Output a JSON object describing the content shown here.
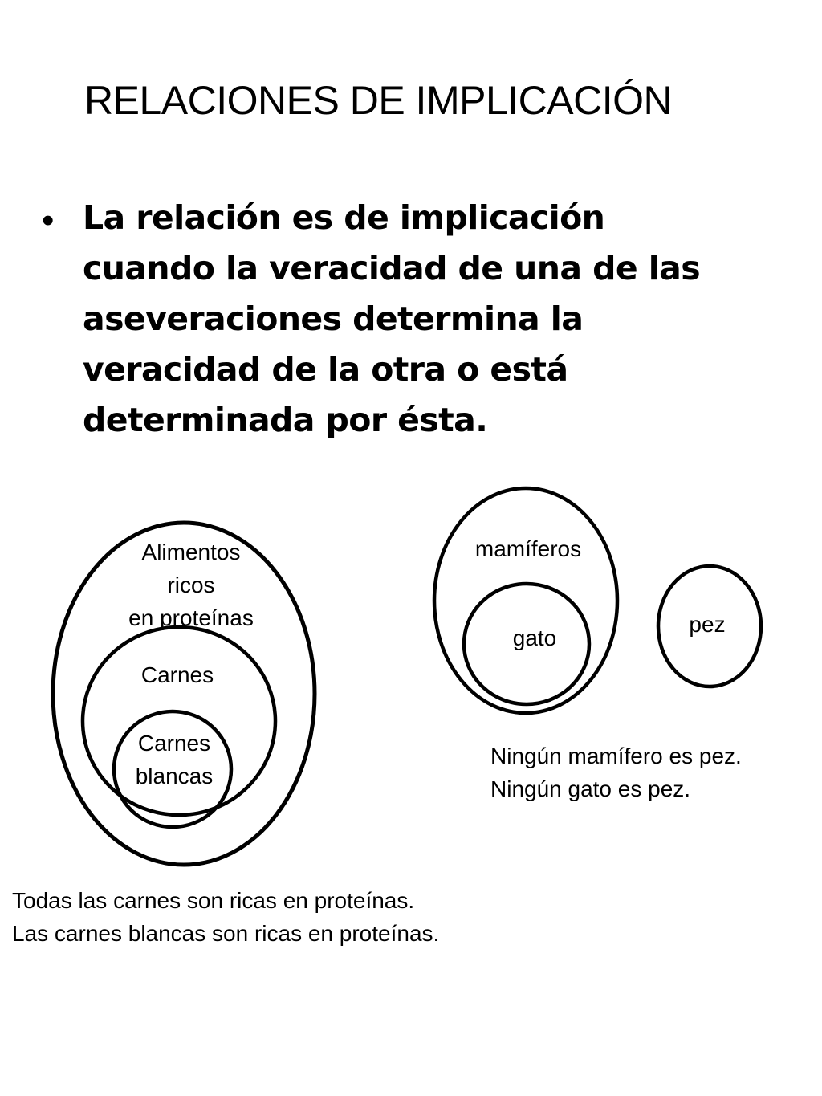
{
  "title": "RELACIONES DE IMPLICACIÓN",
  "bullet": {
    "marker": "•",
    "lines": [
      "La relación es de implicación",
      "cuando la veracidad de una de las",
      "aseveraciones determina la",
      "veracidad de la otra o está",
      "determinada por ésta."
    ]
  },
  "diagram_left": {
    "outer_label": [
      "Alimentos",
      "ricos",
      "en proteínas"
    ],
    "middle_label": "Carnes",
    "inner_label": [
      "Carnes",
      "blancas"
    ],
    "caption": [
      "Todas las carnes son ricas en proteínas.",
      "Las carnes blancas son ricas en proteínas."
    ]
  },
  "diagram_right": {
    "outer_label": "mamíferos",
    "inner_label": "gato",
    "separate_label": "pez",
    "caption": [
      "Ningún mamífero es pez.",
      "Ningún gato es pez."
    ]
  },
  "colors": {
    "background": "#ffffff",
    "stroke": "#000000",
    "text": "#000000"
  }
}
